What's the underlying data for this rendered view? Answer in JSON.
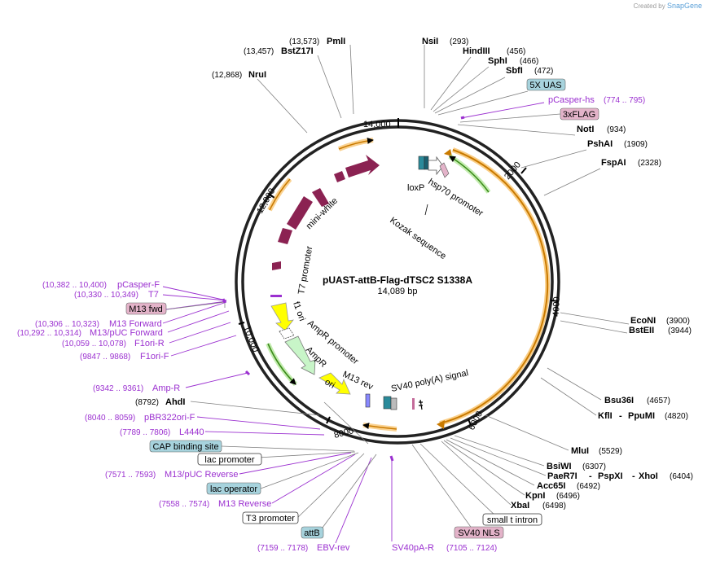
{
  "credit": {
    "prefix": "Created by",
    "brand": "SnapGene"
  },
  "plasmid": {
    "name": "pUAST-attB-Flag-dTSC2 S1338A",
    "length": "14,089 bp"
  },
  "ticks": [
    "2000",
    "4000",
    "6000",
    "8000",
    "10,000",
    "12,000",
    "14,000"
  ],
  "sites": [
    {
      "name": "NsiI",
      "pos": "(293)"
    },
    {
      "name": "HindIII",
      "pos": "(456)"
    },
    {
      "name": "SphI",
      "pos": "(466)"
    },
    {
      "name": "SbfI",
      "pos": "(472)"
    },
    {
      "name": "NotI",
      "pos": "(934)"
    },
    {
      "name": "PshAI",
      "pos": "(1909)"
    },
    {
      "name": "FspAI",
      "pos": "(2328)"
    },
    {
      "name": "EcoNI",
      "pos": "(3900)"
    },
    {
      "name": "BstEII",
      "pos": "(3944)"
    },
    {
      "name": "Bsu36I",
      "pos": "(4657)"
    },
    {
      "name": "KflI",
      "name2": "PpuMI",
      "pos": "(4820)"
    },
    {
      "name": "MluI",
      "pos": "(5529)"
    },
    {
      "name": "BsiWI",
      "pos": "(6307)"
    },
    {
      "name": "PaeR7I",
      "name2": "PspXI",
      "name3": "XhoI",
      "pos": "(6404)"
    },
    {
      "name": "Acc65I",
      "pos": "(6492)"
    },
    {
      "name": "KpnI",
      "pos": "(6496)"
    },
    {
      "name": "XbaI",
      "pos": "(6498)"
    },
    {
      "name": "AhdI",
      "pos": "(8792)"
    },
    {
      "name": "NruI",
      "pos": "(12,868)"
    },
    {
      "name": "BstZ17I",
      "pos": "(13,457)"
    },
    {
      "name": "PmlI",
      "pos": "(13,573)"
    }
  ],
  "primers": [
    {
      "name": "pCasper-hs",
      "pos": "(774 .. 795)"
    },
    {
      "name": "pCasper-F",
      "pos": "(10,382 .. 10,400)"
    },
    {
      "name": "T7",
      "pos": "(10,330 .. 10,349)"
    },
    {
      "name": "M13 Forward",
      "pos": "(10,306 .. 10,323)"
    },
    {
      "name": "M13/pUC Forward",
      "pos": "(10,292 .. 10,314)"
    },
    {
      "name": "F1ori-R",
      "pos": "(10,059 .. 10,078)"
    },
    {
      "name": "F1ori-F",
      "pos": "(9847 .. 9868)"
    },
    {
      "name": "Amp-R",
      "pos": "(9342 .. 9361)"
    },
    {
      "name": "pBR322ori-F",
      "pos": "(8040 .. 8059)"
    },
    {
      "name": "L4440",
      "pos": "(7789 .. 7806)"
    },
    {
      "name": "M13/pUC Reverse",
      "pos": "(7571 .. 7593)"
    },
    {
      "name": "M13 Reverse",
      "pos": "(7558 .. 7574)"
    },
    {
      "name": "EBV-rev",
      "pos": "(7159 .. 7178)"
    },
    {
      "name": "SV40pA-R",
      "pos": "(7105 .. 7124)"
    }
  ],
  "boxes": {
    "uas": "5X UAS",
    "flag": "3xFLAG",
    "m13fwd": "M13 fwd",
    "cap": "CAP binding site",
    "lacp": "lac promoter",
    "laco": "lac operator",
    "t3": "T3 promoter",
    "attb": "attB",
    "sv40nls": "SV40 NLS",
    "smallt": "small t intron"
  },
  "features": {
    "loxp": "loxP",
    "hsp70": "hsp70 promoter",
    "kozak": "Kozak sequence",
    "miniwhite": "mini-white",
    "t7prom": "T7 promoter",
    "f1ori": "f1 ori",
    "ampr_prom": "AmpR promoter",
    "ampr": "AmpR",
    "ori": "ori",
    "m13rev": "M13 rev",
    "sv40pa": "SV40 poly(A) signal"
  },
  "colors": {
    "purple": "#9b30d0",
    "feature": "#8b2252",
    "orange": "#f5a623",
    "green": "#4aa01e",
    "yellow": "#ffff00",
    "ampr": "#c8f5c8",
    "teal": "#2a8a9a",
    "uas_bg": "#a7d3dd",
    "flag_bg": "#e3b3c9"
  }
}
